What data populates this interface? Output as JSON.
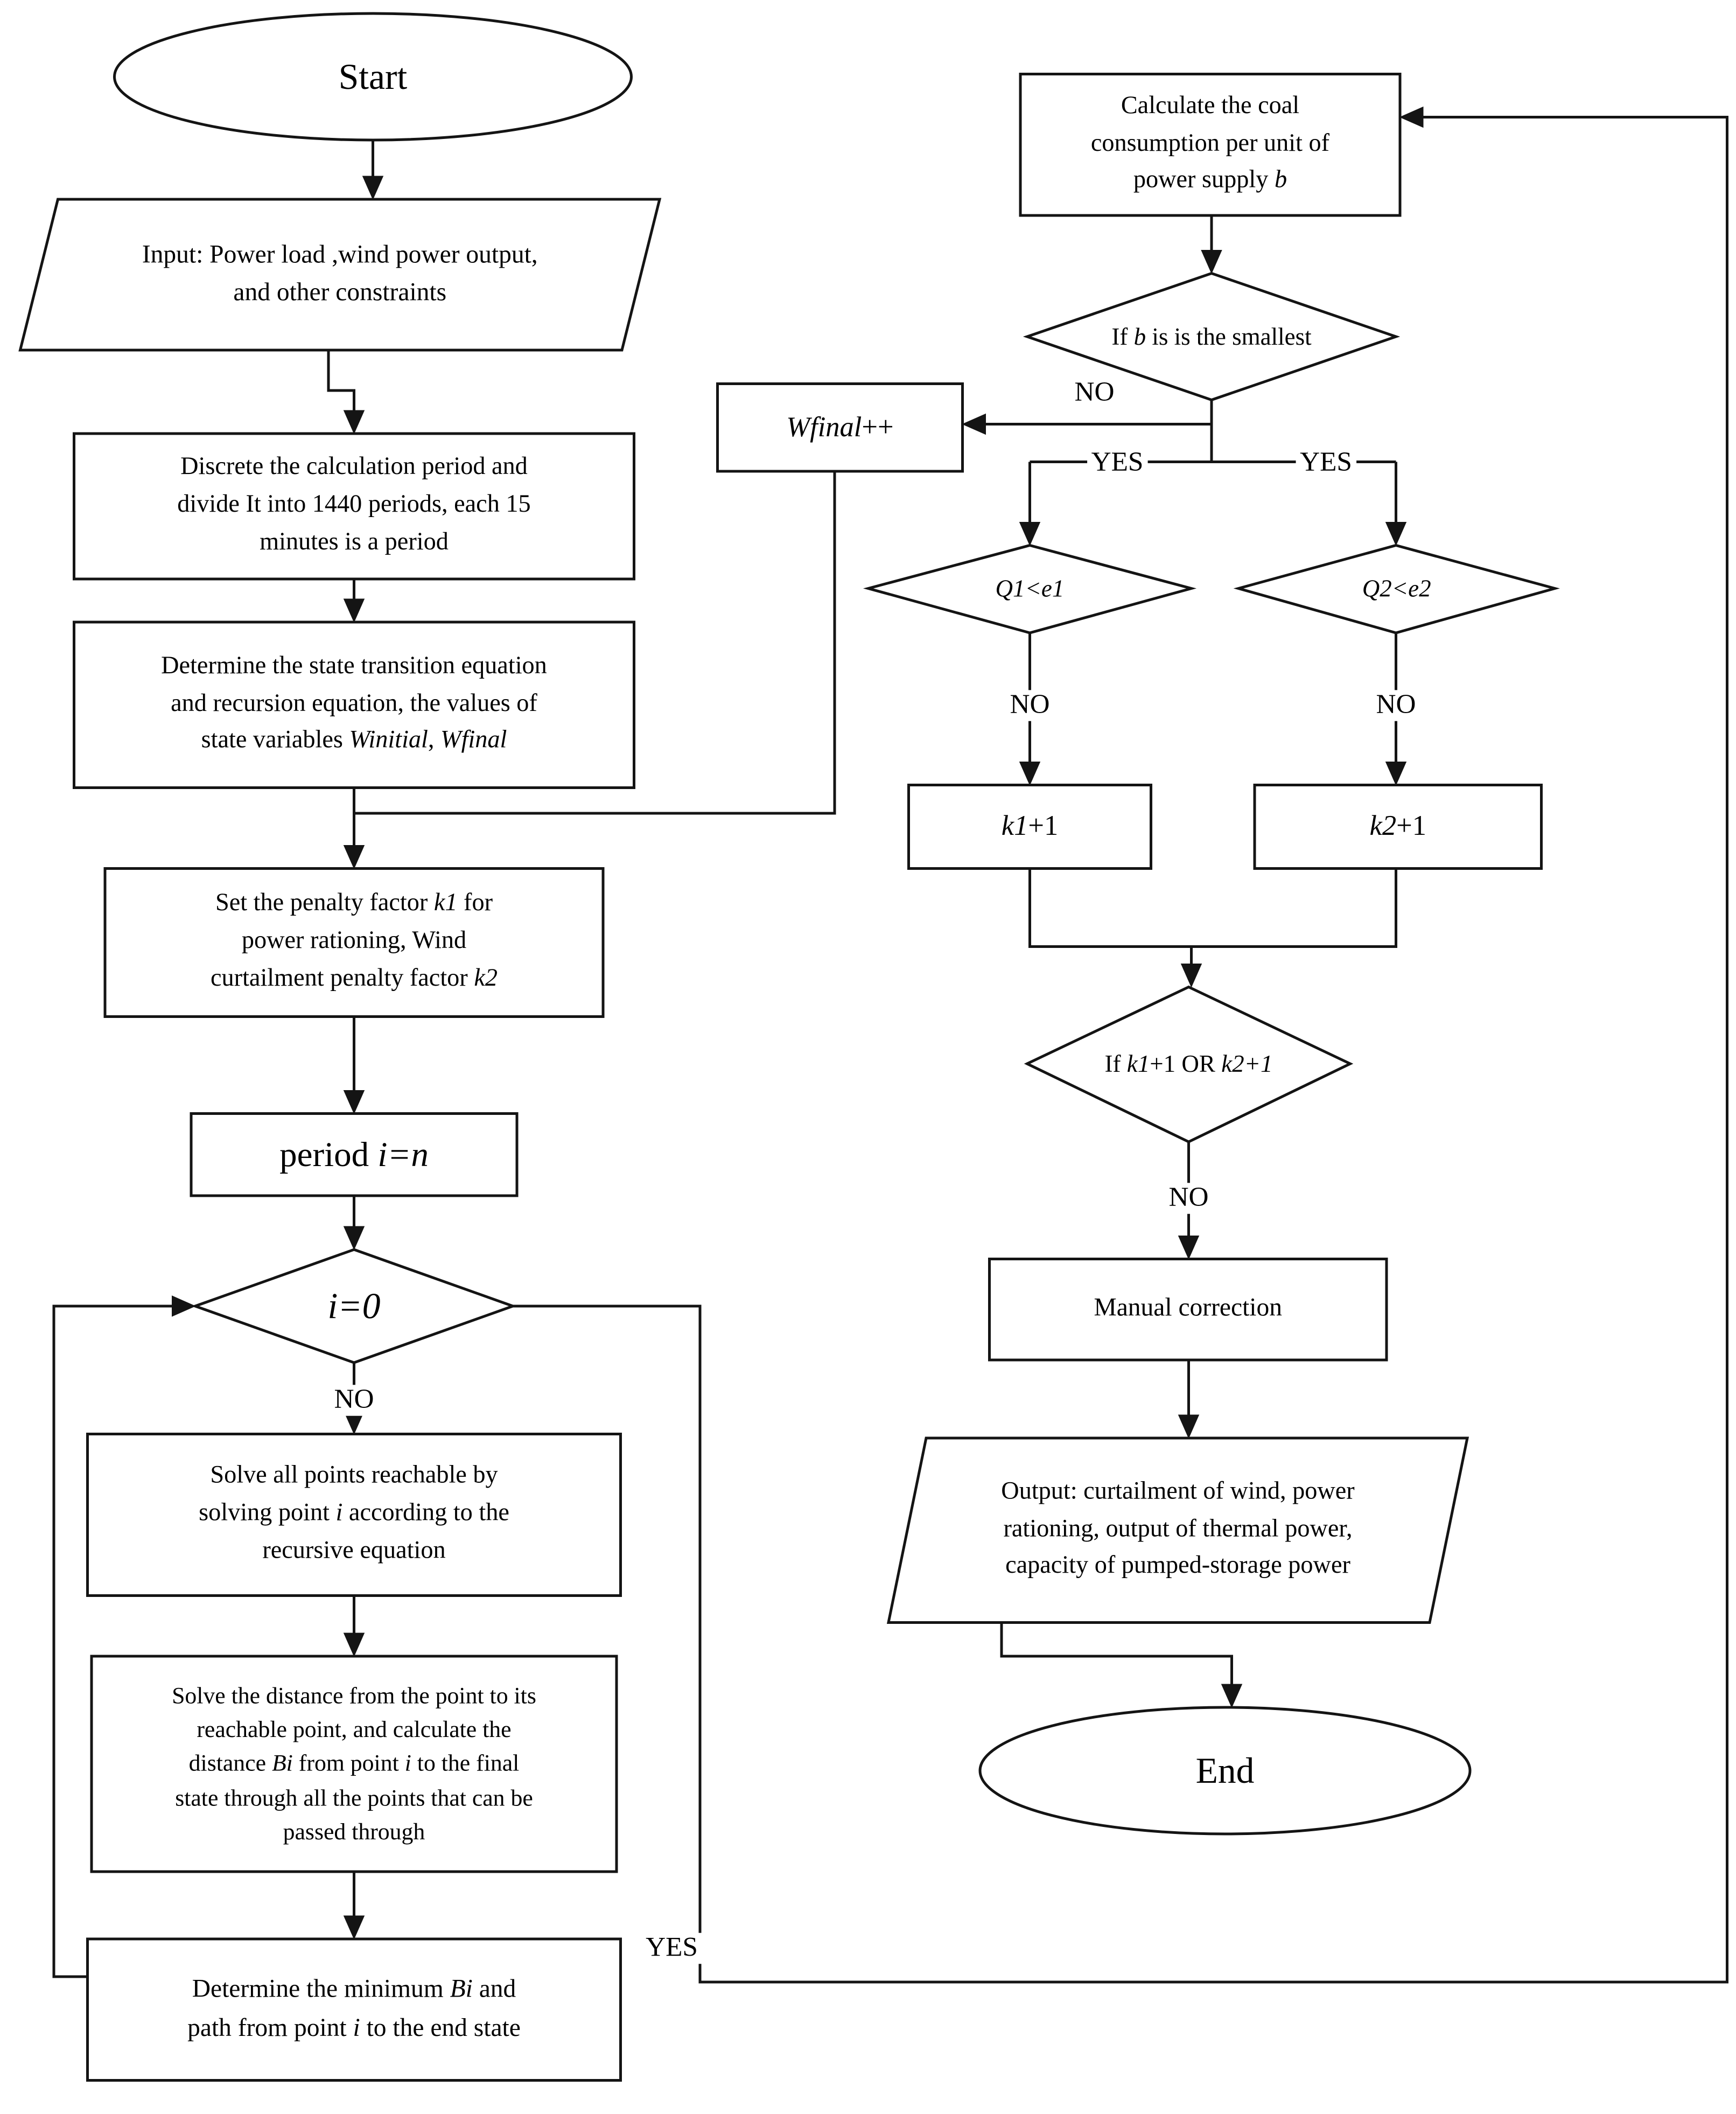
{
  "colors": {
    "ink": "#141414",
    "background": "#ffffff"
  },
  "nodes": {
    "start": {
      "text": "Start"
    },
    "end": {
      "text": "End"
    },
    "manual": {
      "text": "Manual correction"
    },
    "input": {
      "lines": [
        [
          {
            "t": "Input: Power load ,wind power output,"
          }
        ],
        [
          {
            "t": "and other constraints"
          }
        ]
      ]
    },
    "discrete": {
      "lines": [
        [
          {
            "t": "Discrete the calculation period and"
          }
        ],
        [
          {
            "t": "divide It into 1440 periods, each 15"
          }
        ],
        [
          {
            "t": "minutes is a period"
          }
        ]
      ]
    },
    "determine": {
      "lines": [
        [
          {
            "t": "Determine the state transition equation"
          }
        ],
        [
          {
            "t": "and recursion equation, the values of"
          }
        ],
        [
          {
            "t": "state variables "
          },
          {
            "t": "Winitial",
            "i": true
          },
          {
            "t": ", "
          },
          {
            "t": "Wfinal",
            "i": true
          }
        ]
      ]
    },
    "set_penalty": {
      "lines": [
        [
          {
            "t": "Set the penalty factor "
          },
          {
            "t": "k1",
            "i": true
          },
          {
            "t": " for"
          }
        ],
        [
          {
            "t": "power rationing, Wind"
          }
        ],
        [
          {
            "t": "curtailment penalty factor "
          },
          {
            "t": "k2",
            "i": true
          }
        ]
      ]
    },
    "period": {
      "rich": [
        {
          "t": "period "
        },
        {
          "t": "i=n",
          "i": true
        }
      ]
    },
    "i_zero": {
      "rich": [
        {
          "t": "i=0",
          "i": true
        }
      ]
    },
    "solve_points": {
      "lines": [
        [
          {
            "t": "Solve all points reachable by"
          }
        ],
        [
          {
            "t": "solving point "
          },
          {
            "t": "i",
            "i": true
          },
          {
            "t": " according to the"
          }
        ],
        [
          {
            "t": "recursive equation"
          }
        ]
      ]
    },
    "solve_distance": {
      "lines": [
        [
          {
            "t": "Solve the distance from the point to its"
          }
        ],
        [
          {
            "t": "reachable point, and calculate the"
          }
        ],
        [
          {
            "t": "distance "
          },
          {
            "t": "Bi",
            "i": true
          },
          {
            "t": " from point "
          },
          {
            "t": "i",
            "i": true
          },
          {
            "t": " to the final"
          }
        ],
        [
          {
            "t": "state through all the points that can be"
          }
        ],
        [
          {
            "t": "passed through"
          }
        ]
      ]
    },
    "determine_min": {
      "lines": [
        [
          {
            "t": "Determine the minimum "
          },
          {
            "t": "Bi",
            "i": true
          },
          {
            "t": " and"
          }
        ],
        [
          {
            "t": "path from point "
          },
          {
            "t": "i",
            "i": true
          },
          {
            "t": " to the end state"
          }
        ]
      ]
    },
    "calc_coal": {
      "lines": [
        [
          {
            "t": "Calculate the coal"
          }
        ],
        [
          {
            "t": "consumption per unit of"
          }
        ],
        [
          {
            "t": "power supply "
          },
          {
            "t": "b",
            "i": true
          }
        ]
      ]
    },
    "if_b": {
      "rich": [
        {
          "t": "If "
        },
        {
          "t": "b",
          "i": true
        },
        {
          "t": " is is the smallest"
        }
      ]
    },
    "wfinal": {
      "rich": [
        {
          "t": "Wfinal",
          "i": true
        },
        {
          "t": "++"
        }
      ]
    },
    "q1": {
      "rich": [
        {
          "t": "Q1<e1",
          "i": true
        }
      ]
    },
    "q2": {
      "rich": [
        {
          "t": "Q2<e2",
          "i": true
        }
      ]
    },
    "k1": {
      "rich": [
        {
          "t": "k1",
          "i": true
        },
        {
          "t": "+1"
        }
      ]
    },
    "k2": {
      "rich": [
        {
          "t": "k2",
          "i": true
        },
        {
          "t": "+1"
        }
      ]
    },
    "if_k": {
      "rich": [
        {
          "t": "If "
        },
        {
          "t": "k1",
          "i": true
        },
        {
          "t": "+1 OR "
        },
        {
          "t": "k2",
          "i": true
        },
        {
          "t": "+1",
          "i": true
        }
      ]
    },
    "output": {
      "lines": [
        [
          {
            "t": "Output: curtailment of wind, power"
          }
        ],
        [
          {
            "t": "rationing, output of thermal power,"
          }
        ],
        [
          {
            "t": "capacity of pumped-storage power"
          }
        ]
      ]
    }
  },
  "edge_labels": {
    "no_i0": "NO",
    "no_if_b": "NO",
    "yes_left": "YES",
    "yes_right": "YES",
    "no_q1": "NO",
    "no_q2": "NO",
    "no_if_k": "NO",
    "yes_bottom": "YES"
  }
}
